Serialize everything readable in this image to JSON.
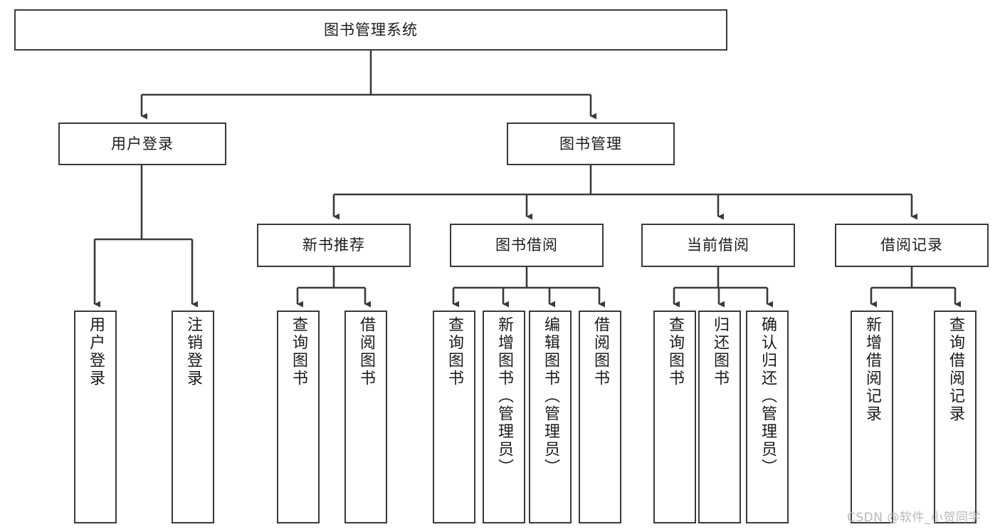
{
  "diagram": {
    "title": "图书管理系统",
    "watermark": "CSDN @软件_小贺同学",
    "stroke_color": "#3a3a3a",
    "fill_color": "#ffffff",
    "text_color": "#1b1b1b",
    "watermark_color": "#b8b8b8",
    "nodes": {
      "root": "图书管理系统",
      "level1": [
        "用户登录",
        "图书管理"
      ],
      "level2": [
        "新书推荐",
        "图书借阅",
        "当前借阅",
        "借阅记录"
      ],
      "leaves": {
        "user_login": [
          "用户登录",
          "注销登录"
        ],
        "new_book_recommend": [
          "查询图书",
          "借阅图书"
        ],
        "book_borrow": [
          "查询图书",
          "新增图书（管理员）",
          "编辑图书（管理员）",
          "借阅图书"
        ],
        "current_borrow": [
          "查询图书",
          "归还图书",
          "确认归还（管理员）"
        ],
        "borrow_record": [
          "新增借阅记录",
          "查询借阅记录"
        ]
      }
    }
  }
}
